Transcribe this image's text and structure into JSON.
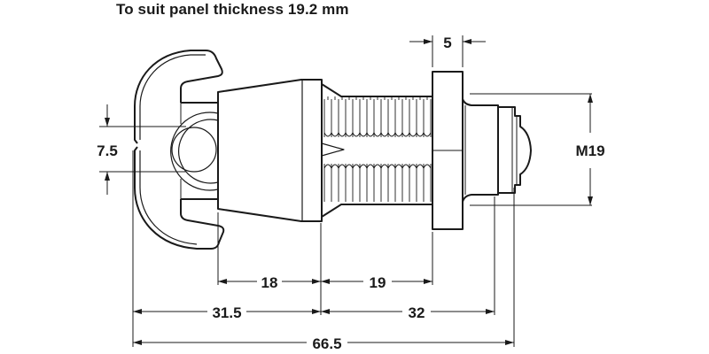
{
  "title": "To suit panel thickness 19.2 mm",
  "drawing": {
    "subject": "threaded-bolt-with-wing-handle",
    "line_color": "#1a1a1a",
    "background": "#ffffff"
  },
  "dimensions": {
    "flange_width": "5",
    "thread_diameter": "M19",
    "hole_diameter": "7.5",
    "cone_length": "18",
    "thread_length": "19",
    "handle_length": "31.5",
    "bolt_length": "32",
    "overall_length": "66.5"
  }
}
